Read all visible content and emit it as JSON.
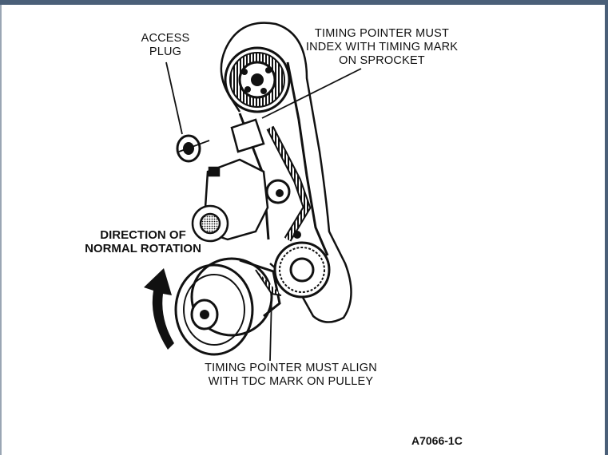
{
  "labels": {
    "access_plug": [
      "ACCESS",
      "PLUG"
    ],
    "timing_pointer_top": [
      "TIMING POINTER MUST",
      "INDEX WITH TIMING MARK",
      "ON SPROCKET"
    ],
    "direction": [
      "DIRECTION OF",
      "NORMAL ROTATION"
    ],
    "timing_pointer_bottom": [
      "TIMING POINTER MUST ALIGN",
      "WITH TDC MARK ON PULLEY"
    ],
    "figure_id": "A7066-1C"
  },
  "colors": {
    "ink": "#111111",
    "background": "#ffffff",
    "window_frame": "#4a5f78"
  }
}
